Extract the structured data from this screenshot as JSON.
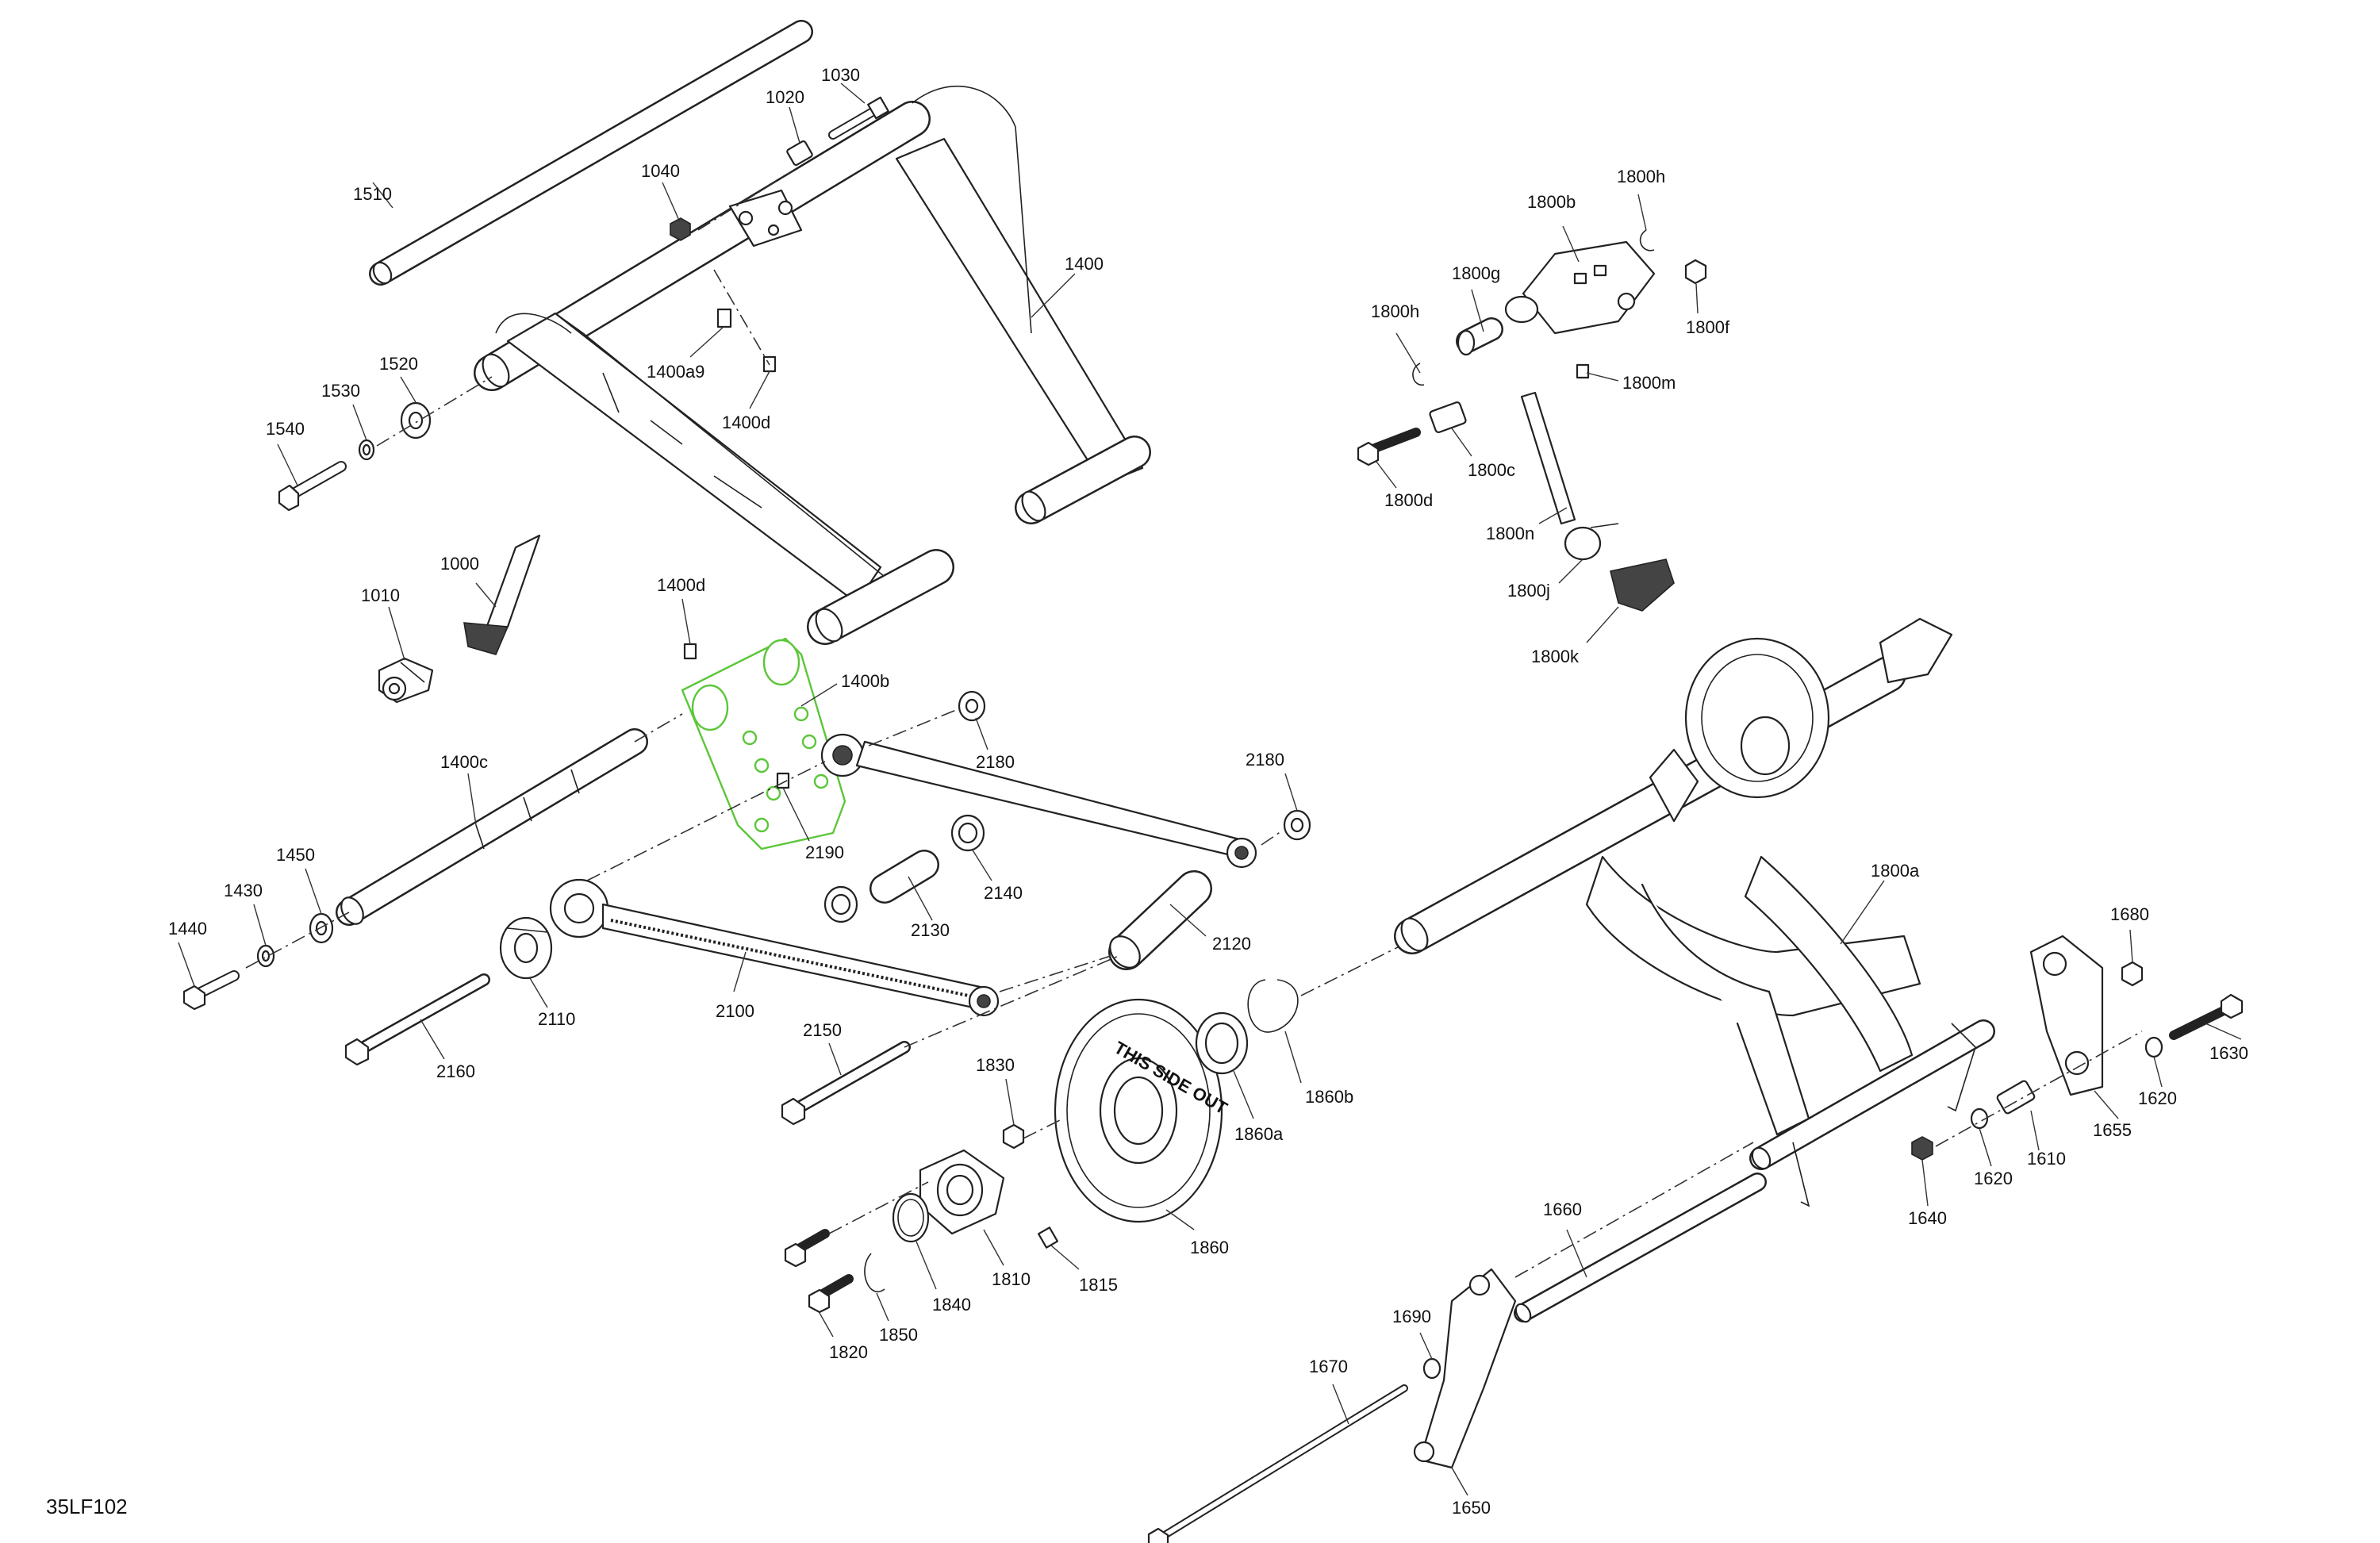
{
  "figure_id": "35LF102",
  "wheel_text": "THIS SIDE OUT",
  "parts": [
    {
      "id": "p1510",
      "label": "1510"
    },
    {
      "id": "p1030",
      "label": "1030"
    },
    {
      "id": "p1020",
      "label": "1020"
    },
    {
      "id": "p1040",
      "label": "1040"
    },
    {
      "id": "p1400",
      "label": "1400"
    },
    {
      "id": "p1400a9",
      "label": "1400a9"
    },
    {
      "id": "p1400d_top",
      "label": "1400d"
    },
    {
      "id": "p1520",
      "label": "1520"
    },
    {
      "id": "p1530",
      "label": "1530"
    },
    {
      "id": "p1540",
      "label": "1540"
    },
    {
      "id": "p1000",
      "label": "1000"
    },
    {
      "id": "p1010",
      "label": "1010"
    },
    {
      "id": "p1400d_mid",
      "label": "1400d"
    },
    {
      "id": "p1400b",
      "label": "1400b"
    },
    {
      "id": "p1400c",
      "label": "1400c"
    },
    {
      "id": "p2180a",
      "label": "2180"
    },
    {
      "id": "p2180b",
      "label": "2180"
    },
    {
      "id": "p2190",
      "label": "2190"
    },
    {
      "id": "p1450",
      "label": "1450"
    },
    {
      "id": "p1430",
      "label": "1430"
    },
    {
      "id": "p1440",
      "label": "1440"
    },
    {
      "id": "p2140",
      "label": "2140"
    },
    {
      "id": "p2130",
      "label": "2130"
    },
    {
      "id": "p2120",
      "label": "2120"
    },
    {
      "id": "p2110",
      "label": "2110"
    },
    {
      "id": "p2100",
      "label": "2100"
    },
    {
      "id": "p2160",
      "label": "2160"
    },
    {
      "id": "p2150",
      "label": "2150"
    },
    {
      "id": "p1830",
      "label": "1830"
    },
    {
      "id": "p1860",
      "label": "1860"
    },
    {
      "id": "p1860a",
      "label": "1860a"
    },
    {
      "id": "p1860b",
      "label": "1860b"
    },
    {
      "id": "p1810",
      "label": "1810"
    },
    {
      "id": "p1815",
      "label": "1815"
    },
    {
      "id": "p1840",
      "label": "1840"
    },
    {
      "id": "p1850",
      "label": "1850"
    },
    {
      "id": "p1820",
      "label": "1820"
    },
    {
      "id": "p1800a",
      "label": "1800a"
    },
    {
      "id": "p1800b",
      "label": "1800b"
    },
    {
      "id": "p1800h_top",
      "label": "1800h"
    },
    {
      "id": "p1800g",
      "label": "1800g"
    },
    {
      "id": "p1800h_left",
      "label": "1800h"
    },
    {
      "id": "p1800f",
      "label": "1800f"
    },
    {
      "id": "p1800m",
      "label": "1800m"
    },
    {
      "id": "p1800c",
      "label": "1800c"
    },
    {
      "id": "p1800d",
      "label": "1800d"
    },
    {
      "id": "p1800n",
      "label": "1800n"
    },
    {
      "id": "p1800j",
      "label": "1800j"
    },
    {
      "id": "p1800k",
      "label": "1800k"
    },
    {
      "id": "p1680",
      "label": "1680"
    },
    {
      "id": "p1630",
      "label": "1630"
    },
    {
      "id": "p1620a",
      "label": "1620"
    },
    {
      "id": "p1655",
      "label": "1655"
    },
    {
      "id": "p1610",
      "label": "1610"
    },
    {
      "id": "p1620b",
      "label": "1620"
    },
    {
      "id": "p1640",
      "label": "1640"
    },
    {
      "id": "p1660",
      "label": "1660"
    },
    {
      "id": "p1690",
      "label": "1690"
    },
    {
      "id": "p1670",
      "label": "1670"
    },
    {
      "id": "p1650",
      "label": "1650"
    }
  ],
  "colors": {
    "line": "#222222",
    "highlight": "#5cc63a",
    "background": "#ffffff"
  }
}
